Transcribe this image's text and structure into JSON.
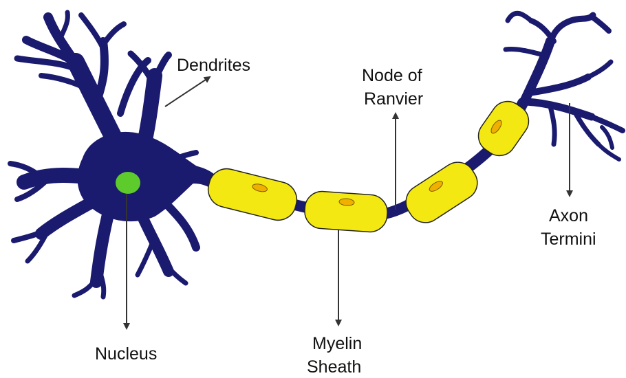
{
  "colors": {
    "neuron": "#1a1a6e",
    "myelin": "#f4e812",
    "myelin_outline": "#222222",
    "myelin_nucleus": "#f0b000",
    "nucleus": "#5ecb2c",
    "arrow": "#333333",
    "text": "#111111"
  },
  "labels": {
    "dendrites": "Dendrites",
    "node_of_ranvier_line1": "Node of",
    "node_of_ranvier_line2": "Ranvier",
    "axon_termini_line1": "Axon",
    "axon_termini_line2": "Termini",
    "nucleus": "Nucleus",
    "myelin_sheath_line1": "Myelin",
    "myelin_sheath_line2": "Sheath"
  },
  "icons": {
    "arrowhead": "triangle-arrowhead-icon"
  }
}
